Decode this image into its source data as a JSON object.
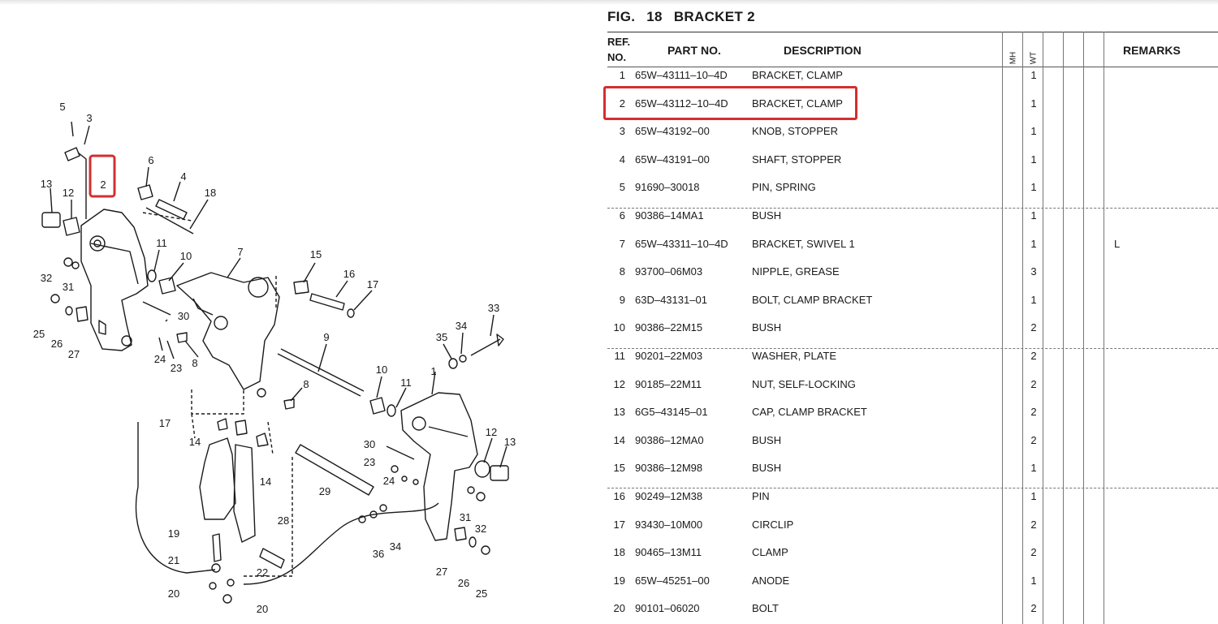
{
  "figure": {
    "label": "FIG.",
    "number": "18",
    "title": "BRACKET 2"
  },
  "columns": {
    "ref_line1": "REF.",
    "ref_line2": "NO.",
    "part": "PART NO.",
    "desc": "DESCRIPTION",
    "mh": "MH",
    "wt": "WT",
    "remarks": "REMARKS"
  },
  "rows": [
    {
      "ref": "1",
      "part": "65W–43111–10–4D",
      "desc": "BRACKET, CLAMP",
      "wt": "1",
      "remarks": ""
    },
    {
      "ref": "2",
      "part": "65W–43112–10–4D",
      "desc": "BRACKET, CLAMP",
      "wt": "1",
      "remarks": "",
      "highlight": true
    },
    {
      "ref": "3",
      "part": "65W–43192–00",
      "desc": "KNOB, STOPPER",
      "wt": "1",
      "remarks": ""
    },
    {
      "ref": "4",
      "part": "65W–43191–00",
      "desc": "SHAFT, STOPPER",
      "wt": "1",
      "remarks": ""
    },
    {
      "ref": "5",
      "part": "91690–30018",
      "desc": "PIN, SPRING",
      "wt": "1",
      "remarks": ""
    },
    {
      "ref": "6",
      "part": "90386–14MA1",
      "desc": "BUSH",
      "wt": "1",
      "remarks": ""
    },
    {
      "ref": "7",
      "part": "65W–43311–10–4D",
      "desc": "BRACKET, SWIVEL 1",
      "wt": "1",
      "remarks": "L"
    },
    {
      "ref": "8",
      "part": "93700–06M03",
      "desc": "NIPPLE, GREASE",
      "wt": "3",
      "remarks": ""
    },
    {
      "ref": "9",
      "part": "63D–43131–01",
      "desc": "BOLT, CLAMP BRACKET",
      "wt": "1",
      "remarks": ""
    },
    {
      "ref": "10",
      "part": "90386–22M15",
      "desc": "BUSH",
      "wt": "2",
      "remarks": ""
    },
    {
      "ref": "11",
      "part": "90201–22M03",
      "desc": "WASHER, PLATE",
      "wt": "2",
      "remarks": ""
    },
    {
      "ref": "12",
      "part": "90185–22M11",
      "desc": "NUT, SELF-LOCKING",
      "wt": "2",
      "remarks": ""
    },
    {
      "ref": "13",
      "part": "6G5–43145–01",
      "desc": "CAP, CLAMP BRACKET",
      "wt": "2",
      "remarks": ""
    },
    {
      "ref": "14",
      "part": "90386–12MA0",
      "desc": "BUSH",
      "wt": "2",
      "remarks": ""
    },
    {
      "ref": "15",
      "part": "90386–12M98",
      "desc": "BUSH",
      "wt": "1",
      "remarks": ""
    },
    {
      "ref": "16",
      "part": "90249–12M38",
      "desc": "PIN",
      "wt": "1",
      "remarks": ""
    },
    {
      "ref": "17",
      "part": "93430–10M00",
      "desc": "CIRCLIP",
      "wt": "2",
      "remarks": ""
    },
    {
      "ref": "18",
      "part": "90465–13M11",
      "desc": "CLAMP",
      "wt": "2",
      "remarks": ""
    },
    {
      "ref": "19",
      "part": "65W–45251–00",
      "desc": "ANODE",
      "wt": "1",
      "remarks": ""
    },
    {
      "ref": "20",
      "part": "90101–06020",
      "desc": "BOLT",
      "wt": "2",
      "remarks": ""
    }
  ],
  "diagram_labels": [
    "5",
    "3",
    "2",
    "6",
    "4",
    "18",
    "13",
    "12",
    "11",
    "10",
    "7",
    "15",
    "16",
    "17",
    "32",
    "31",
    "25",
    "26",
    "27",
    "30",
    "24",
    "23",
    "8",
    "9",
    "33",
    "34",
    "35",
    "10",
    "11",
    "1",
    "8",
    "12",
    "13",
    "17",
    "14",
    "30",
    "23",
    "24",
    "14",
    "29",
    "31",
    "32",
    "28",
    "36",
    "34",
    "27",
    "26",
    "25",
    "19",
    "21",
    "22",
    "20",
    "20"
  ],
  "colors": {
    "highlight": "#d32f2f",
    "line": "#1a1a1a"
  }
}
